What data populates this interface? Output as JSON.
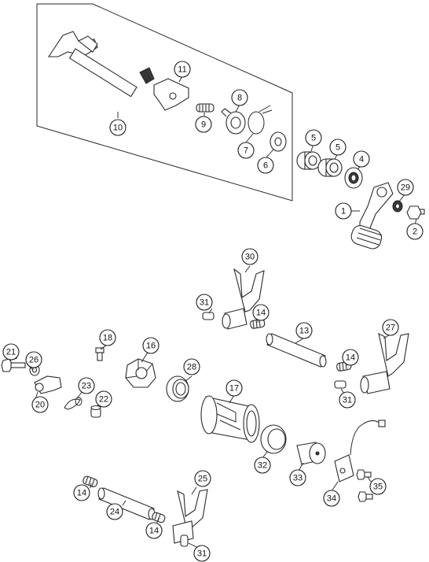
{
  "callouts": [
    {
      "id": "c10",
      "label": "10"
    },
    {
      "id": "c11",
      "label": "11"
    },
    {
      "id": "c9",
      "label": "9"
    },
    {
      "id": "c8",
      "label": "8"
    },
    {
      "id": "c7",
      "label": "7"
    },
    {
      "id": "c6",
      "label": "6"
    },
    {
      "id": "c5a",
      "label": "5"
    },
    {
      "id": "c5b",
      "label": "5"
    },
    {
      "id": "c4",
      "label": "4"
    },
    {
      "id": "c29",
      "label": "29"
    },
    {
      "id": "c1",
      "label": "1"
    },
    {
      "id": "c2",
      "label": "2"
    },
    {
      "id": "c30",
      "label": "30"
    },
    {
      "id": "c31a",
      "label": "31"
    },
    {
      "id": "c14a",
      "label": "14"
    },
    {
      "id": "c13",
      "label": "13"
    },
    {
      "id": "c27",
      "label": "27"
    },
    {
      "id": "c14b",
      "label": "14"
    },
    {
      "id": "c31b",
      "label": "31"
    },
    {
      "id": "c18",
      "label": "18"
    },
    {
      "id": "c16",
      "label": "16"
    },
    {
      "id": "c21",
      "label": "21"
    },
    {
      "id": "c26",
      "label": "26"
    },
    {
      "id": "c23",
      "label": "23"
    },
    {
      "id": "c22",
      "label": "22"
    },
    {
      "id": "c20",
      "label": "20"
    },
    {
      "id": "c28",
      "label": "28"
    },
    {
      "id": "c17",
      "label": "17"
    },
    {
      "id": "c32",
      "label": "32"
    },
    {
      "id": "c33",
      "label": "33"
    },
    {
      "id": "c34",
      "label": "34"
    },
    {
      "id": "c35",
      "label": "35"
    },
    {
      "id": "c25",
      "label": "25"
    },
    {
      "id": "c14c",
      "label": "14"
    },
    {
      "id": "c24",
      "label": "24"
    },
    {
      "id": "c14d",
      "label": "14"
    },
    {
      "id": "c31c",
      "label": "31"
    }
  ]
}
